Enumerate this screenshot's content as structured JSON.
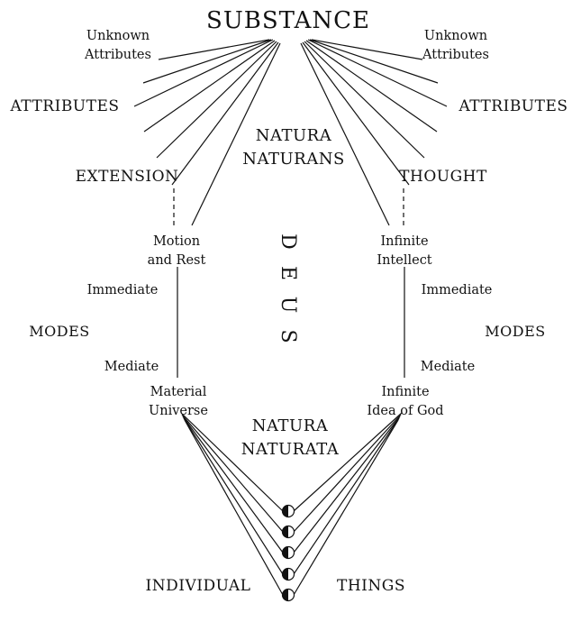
{
  "title": "SUBSTANCE",
  "natura_naturans": {
    "line1": "NATURA",
    "line2": "NATURANS"
  },
  "natura_naturata": {
    "line1": "NATURA",
    "line2": "NATURATA"
  },
  "deus": {
    "letters": [
      "D",
      "E",
      "U",
      "S"
    ]
  },
  "left": {
    "unknown_attributes": {
      "line1": "Unknown",
      "line2": "Attributes"
    },
    "attributes": "ATTRIBUTES",
    "attribute_named": "EXTENSION",
    "immediate_mode": {
      "line1": "Motion",
      "line2": "and Rest"
    },
    "immediate": "Immediate",
    "modes": "MODES",
    "mediate": "Mediate",
    "mediate_mode": {
      "line1": "Material",
      "line2": "Universe"
    }
  },
  "right": {
    "unknown_attributes": {
      "line1": "Unknown",
      "line2": "Attributes"
    },
    "attributes": "ATTRIBUTES",
    "attribute_named": "THOUGHT",
    "immediate_mode": {
      "line1": "Infinite",
      "line2": "Intellect"
    },
    "immediate": "Immediate",
    "modes": "MODES",
    "mediate": "Mediate",
    "mediate_mode": {
      "line1": "Infinite",
      "line2": "Idea of God"
    }
  },
  "bottom": {
    "individual": "INDIVIDUAL",
    "things": "THINGS"
  },
  "colors": {
    "ink": "#121212",
    "background": "#ffffff"
  }
}
